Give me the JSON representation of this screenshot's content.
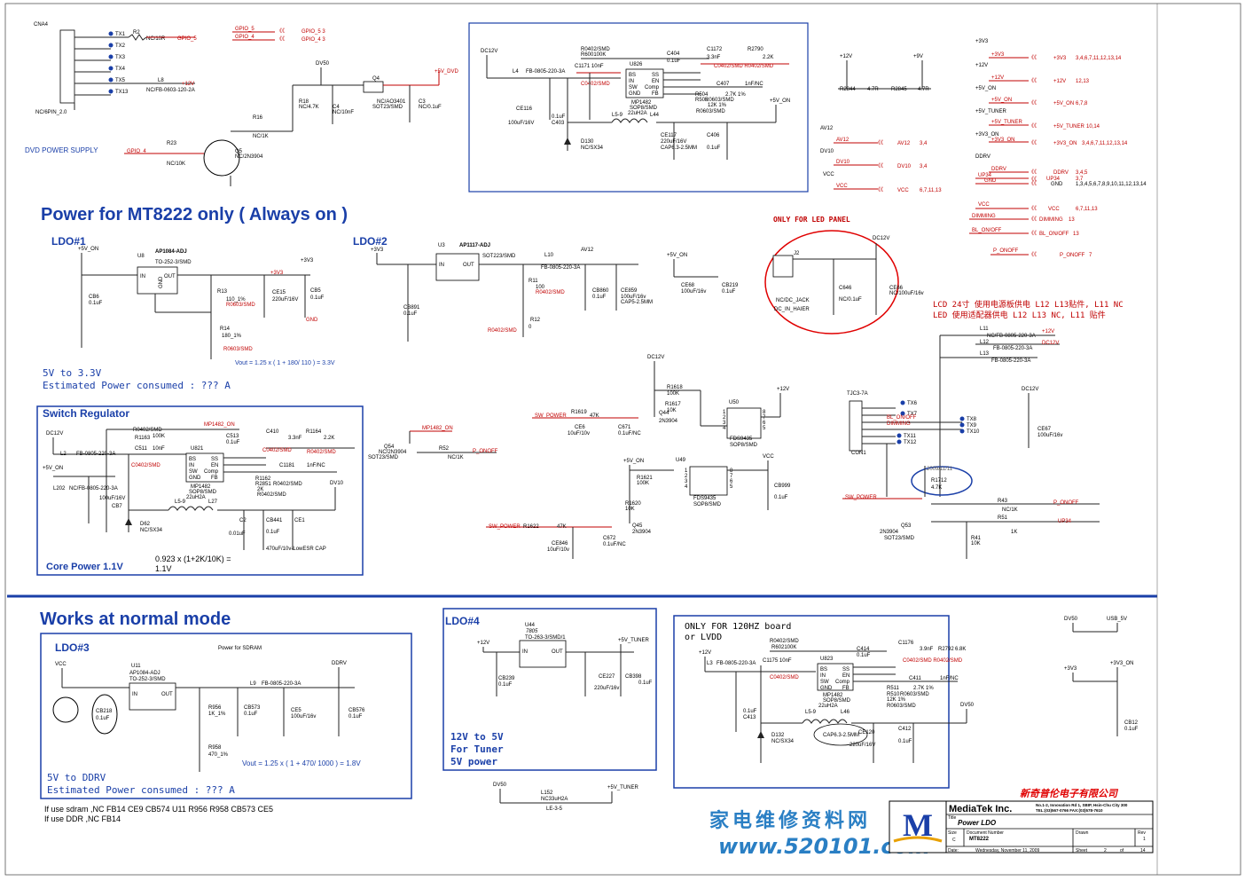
{
  "headings": {
    "mt8222": "Power for MT8222 only ( Always on )",
    "normal": "Works at  normal mode",
    "ldo1": "LDO#1",
    "ldo2": "LDO#2",
    "ldo3": "LDO#3",
    "ldo4": "LDO#4",
    "switch_reg": "Switch Regulator",
    "core_power": "Core Power 1.1V",
    "dvd_supply": "DVD POWER SUPPLY",
    "led_only": "ONLY FOR LED PANEL",
    "only_120hz_1": "ONLY FOR 120HZ board",
    "only_120hz_2": "or LVDD"
  },
  "notes": {
    "ldo1_1": "5V to 3.3V",
    "ldo1_2": "Estimated Power consumed : ??? A",
    "ldo1_vout": "Vout = 1.25 x ( 1 + 180/ 110 ) = 3.3V",
    "core_calc_1": "0.923 x (1+2K/10K) =",
    "core_calc_2": "1.1V",
    "ldo3_vout": "Vout = 1.25 x ( 1 + 470/ 1000 ) = 1.8V",
    "ldo3_1": "5V to DDRV",
    "ldo3_2": "Estimated Power consumed : ??? A",
    "ldo4_1": "12V to 5V",
    "ldo4_2": "For Tuner",
    "ldo4_3": "5V power",
    "sdram_1": "If use sdram ,NC FB14 CE9 CB574 U11 R956 R958 CB573 CE5",
    "sdram_2": "If use DDR ,NC FB14",
    "power_sdram": "Power for SDRAM",
    "lcd_note_1": "LCD 24寸 使用电源板供电  L12 L13贴件, L11 NC",
    "lcd_note_2": "LED 使用适配器供电   L12 L13  NC, L11 贴件"
  },
  "components": {
    "cna4": "CNA4",
    "cna4_part": "NC/6PIN_2.0",
    "tx_pins": [
      "TX1",
      "TX2",
      "TX3",
      "TX4",
      "TX5",
      "TX13"
    ],
    "u8": "U8",
    "u8_part": "AP1084-ADJ",
    "u8_pkg": "TO-252-3/SMD",
    "u3": "U3",
    "u3_part": "AP1117-ADJ",
    "u3_pkg": "SOT223/SMD",
    "u826": "U826",
    "u826_part": "MP1482",
    "u826_pkg": "SOP8/SMD",
    "u821": "U821",
    "u821_part": "MP1482",
    "u823": "U823",
    "u823_part": "MP1482",
    "u11": "U11",
    "u11_part": "AP1084-ADJ",
    "u11_pkg": "TO-252-3/SMD",
    "u44": "U44",
    "u44_part": "7805",
    "u44_pkg": "TO-263-3/SMD/1",
    "u50": "U50",
    "u50_part": "FDS9435",
    "u50_pkg": "SOP8/SMD",
    "u49": "U49",
    "u49_part": "FDS9435",
    "u49_pkg": "SOP8/SMD",
    "j2": "J2",
    "j2_part": "NC/DC_JACK",
    "j2_alt": "DC_IN_HAIER",
    "con1": "CON1",
    "con1_part": "TJC3-7A",
    "q5": "Q5",
    "q5_part": "NC/2N3904",
    "q4": "Q4",
    "q4_part": "NC/AO3401",
    "q53": "Q53",
    "q53_part": "2N3904",
    "q53_pkg": "SOT23/SMD",
    "q44": "Q44",
    "q44_part": "2N3904",
    "q45": "Q45",
    "q45_part": "2N3904",
    "q54": "Q54",
    "q54_part": "NC/2N3904",
    "r1712": "R1712",
    "r1712_val": "4.7K",
    "r1712_date": "2009/11/11"
  },
  "nets": {
    "v12": "+12V",
    "v5": "+5V_ON",
    "v3v3": "+3V3",
    "v9": "+9V",
    "dc12v": "DC12V",
    "dv50": "DV50",
    "dv10": "DV10",
    "av12": "AV12",
    "vcc": "VCC",
    "ddrv": "DDRV",
    "v5_tuner": "+5V_TUNER",
    "v3v3_on": "+3V3_ON",
    "usb_5v": "USB_5V",
    "up34": "UP34",
    "gnd": "GND",
    "dimming": "DIMMING",
    "bl_onoff": "BL_ON/OFF",
    "p_onoff": "P_ONOFF",
    "sw_power": "SW_POWER",
    "mp1482_on": "MP1482_ON",
    "gpio_4": "GPIO_4",
    "gpio_5": "GPIO_5",
    "v5_dvd": "+5V_DVD",
    "gpio_5_ref": "GPIO_5  3",
    "gpio_4_ref": "GPIO_4  3"
  },
  "offpage": [
    {
      "net": "+3V3",
      "pages": "3,4,6,7,11,12,13,14"
    },
    {
      "net": "+12V",
      "pages": "12,13"
    },
    {
      "net": "+5V_ON",
      "pages": "6,7,8"
    },
    {
      "net": "+5V_TUNER",
      "pages": "10,14"
    },
    {
      "net": "+3V3_ON",
      "pages": "3,4,6,7,11,12,13,14"
    },
    {
      "net": "AV12",
      "pages": "3,4"
    },
    {
      "net": "DV10",
      "pages": "3,4"
    },
    {
      "net": "VCC",
      "pages": "6,7,11,13"
    },
    {
      "net": "DDRV",
      "pages": "3,4,5"
    },
    {
      "net": "UP34",
      "pages": "3,7"
    },
    {
      "net": "GND",
      "pages": "1,3,4,5,6,7,8,9,10,11,12,13,14"
    },
    {
      "net": "VCC",
      "pages": "6,7,11,13"
    },
    {
      "net": "DIMMING",
      "pages": "13"
    },
    {
      "net": "BL_ON/OFF",
      "pages": "13"
    },
    {
      "net": "P_ONOFF",
      "pages": "7"
    }
  ],
  "title_block": {
    "company": "MediaTek Inc.",
    "address": "No.1-2, Innovation Rd 1, SBIP, Hsin-Chu City 300",
    "tel": "TEL:(03)567-0766  FAX:(03)578-7610",
    "title_label": "Title",
    "title": "Power LDO",
    "size_label": "Size",
    "size": "C",
    "doc_label": "Document Number",
    "doc": "MT8222",
    "drawn_label": "Drawn",
    "rev_label": "Rev",
    "rev": "1",
    "date_label": "Date:",
    "date": "Wednesday, November 11, 2009",
    "sheet_label": "Sheet",
    "sheet": "2",
    "of_label": "of",
    "of": "14",
    "chinese_company": "新奇普伦电子有限公司",
    "logo": "M"
  },
  "watermark": {
    "cn": "家电维修资料网",
    "url": "www.520101.com"
  },
  "colors": {
    "wire": "#c00000",
    "frame": "#1a3fa8",
    "highlight": "#e00000"
  }
}
